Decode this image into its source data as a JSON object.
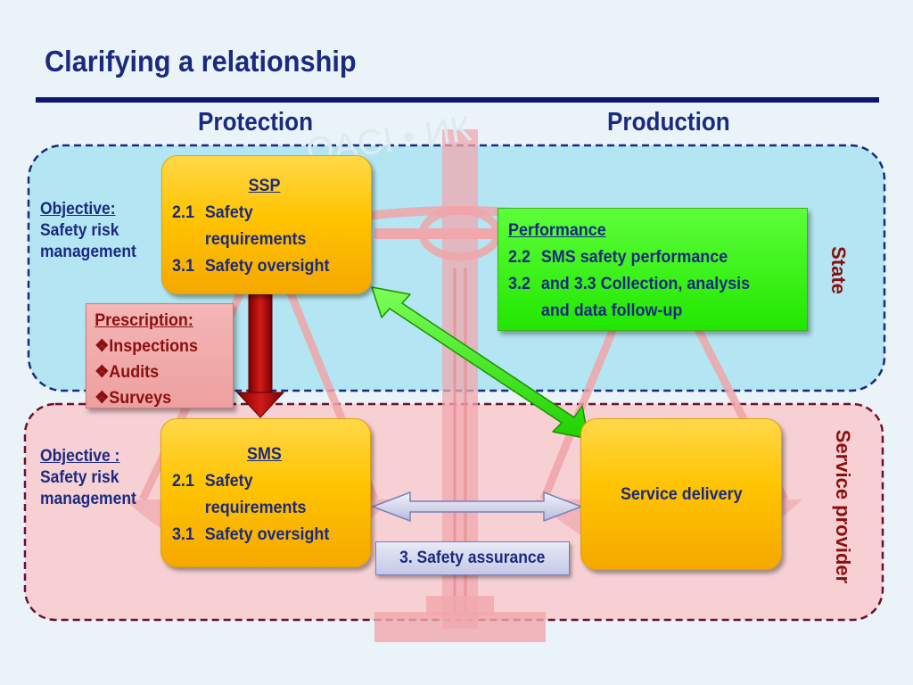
{
  "slide": {
    "title": "Clarifying a relationship",
    "headings": {
      "protection": "Protection",
      "production": "Production"
    },
    "regions": {
      "state": "State",
      "service_provider": "Service provider"
    },
    "watermark": "OACI • ИК"
  },
  "state_objective": {
    "label": "Objective:",
    "line1": "Safety risk",
    "line2": "management"
  },
  "provider_objective": {
    "label": "Objective :",
    "line1": "Safety risk",
    "line2": "management"
  },
  "ssp": {
    "title": "SSP",
    "items": [
      {
        "num": "2.1",
        "text1": "Safety",
        "text2": "requirements"
      },
      {
        "num": "3.1",
        "text1": "Safety oversight"
      }
    ]
  },
  "sms": {
    "title": "SMS",
    "items": [
      {
        "num": "2.1",
        "text1": "Safety",
        "text2": "requirements"
      },
      {
        "num": "3.1",
        "text1": "Safety oversight"
      }
    ]
  },
  "performance": {
    "title": "Performance",
    "items": [
      {
        "num": "2.2",
        "text1": "SMS safety performance"
      },
      {
        "num": "3.2",
        "text1": "and 3.3 Collection, analysis",
        "text2": "and data follow-up"
      }
    ]
  },
  "prescription": {
    "title": "Prescription:",
    "bullet": "❖",
    "items": [
      "Inspections",
      "Audits",
      "Surveys"
    ]
  },
  "service_delivery": {
    "label": "Service delivery"
  },
  "safety_assurance": {
    "label": "3. Safety assurance"
  },
  "colors": {
    "navy": "#1b2a80",
    "dark_red": "#8b0f0f",
    "state_region": "#b3e6f2",
    "provider_region": "#f7d0d3",
    "gold": "#ffc400",
    "green": "#22e600"
  }
}
